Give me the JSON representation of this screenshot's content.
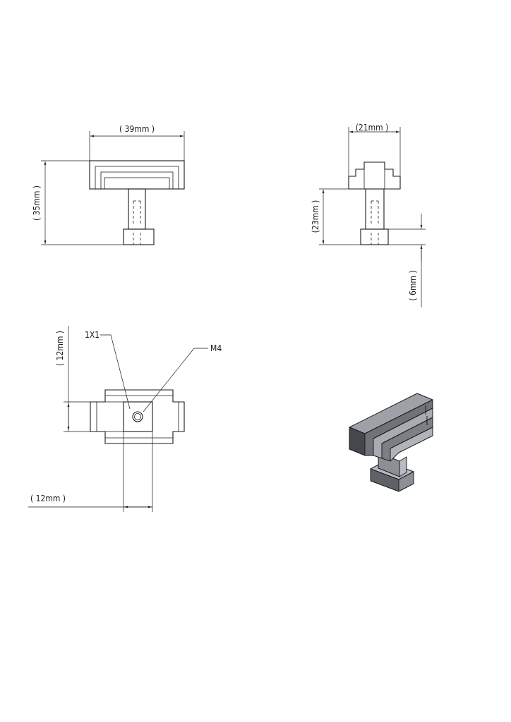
{
  "front_view": {
    "width_label": "( 39mm  )",
    "height_label": "( 35mm  )"
  },
  "side_view": {
    "width_label": "(21mm  )",
    "stem_label": "(23mm  )",
    "base_label": "(  6mm  )"
  },
  "bottom_view": {
    "height_label": "(  12mm  )",
    "width_label": "( 12mm  )",
    "callout_1": "1X1",
    "callout_2": "M4"
  },
  "colors": {
    "line": "#1a1a1a",
    "iso_dark": "#5e6268",
    "iso_mid": "#8c9096",
    "iso_light": "#b8bcc2"
  }
}
